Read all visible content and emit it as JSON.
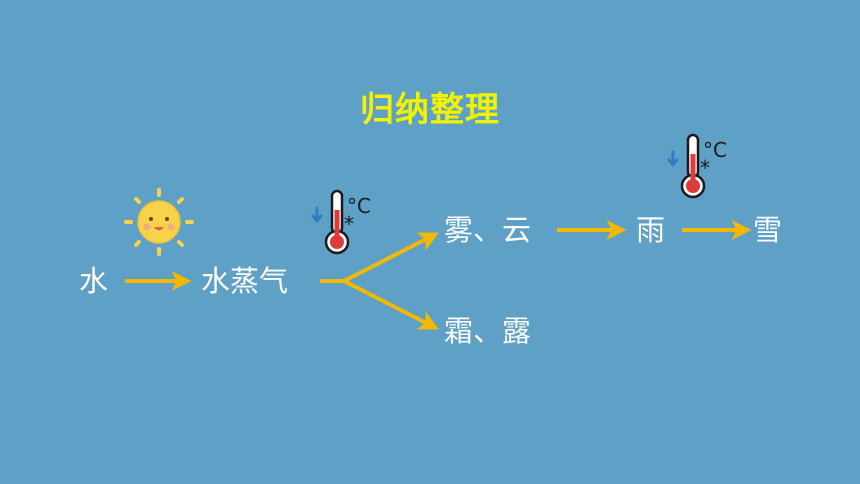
{
  "title": "归纳整理",
  "nodes": {
    "water": "水",
    "vapor": "水蒸气",
    "fog_cloud": "雾、云",
    "rain": "雨",
    "snow": "雪",
    "frost_dew": "霜、露"
  },
  "thermometer_unit": "°C",
  "colors": {
    "background": "#5fa0c6",
    "title": "#f2f200",
    "arrow": "#f5b800",
    "text": "#ffffff",
    "sun": "#f7d24a"
  },
  "icons": [
    "sun-icon",
    "thermometer-cold-icon",
    "arrow-icon"
  ]
}
